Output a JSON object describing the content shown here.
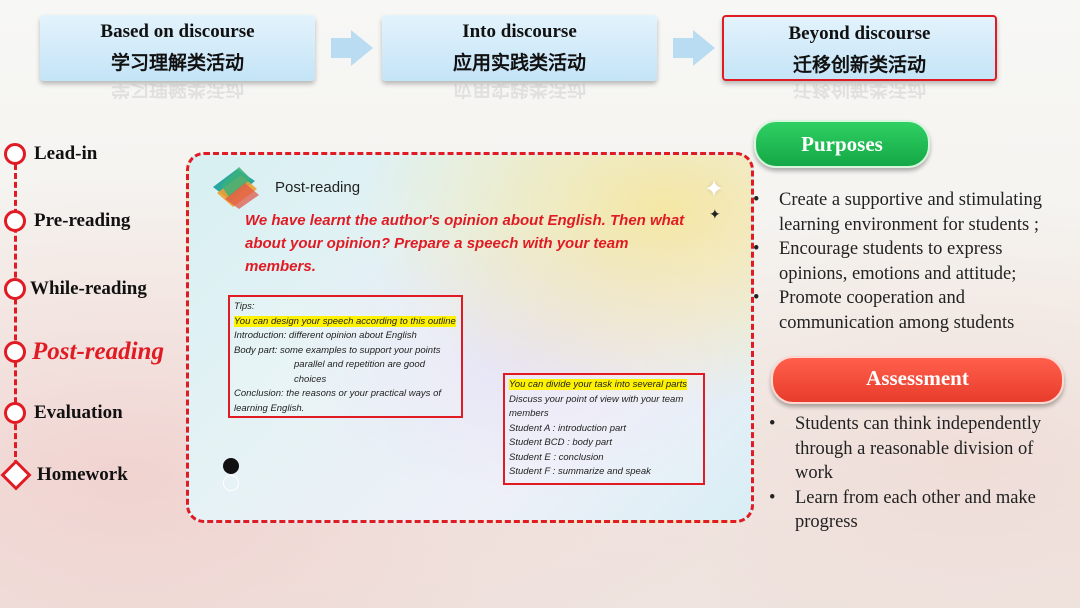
{
  "process": [
    {
      "en": "Based on discourse",
      "cn": "学习理解类活动"
    },
    {
      "en": "Into discourse",
      "cn": "应用实践类活动"
    },
    {
      "en": "Beyond discourse",
      "cn": "迁移创新类活动"
    }
  ],
  "timeline": [
    "Lead-in",
    "Pre-reading",
    "While-reading",
    "Post-reading",
    "Evaluation",
    "Homework"
  ],
  "preview": {
    "title": "Post-reading",
    "prompt": "We have learnt the author's opinion about English. Then what about your opinion? Prepare a speech with your team members.",
    "tips": {
      "heading": "Tips:",
      "highlight": "You can design your speech according to this outline",
      "intro": "Introduction: different opinion about English",
      "body": "Body part: some examples to support your points",
      "body2": "parallel and repetition are good choices",
      "conclusion": "Conclusion: the reasons or your practical ways of learning English."
    },
    "tasks": {
      "highlight": "You can divide your task into several parts",
      "discuss": "Discuss your point of view with your team members",
      "a": "Student A : introduction part",
      "bcd": "Student BCD : body part",
      "e": "Student E : conclusion",
      "f": "Student F : summarize and speak"
    }
  },
  "purposes": {
    "label": "Purposes",
    "items": [
      "Create a supportive and stimulating learning environment for students ;",
      "Encourage students to express opinions, emotions and attitude;",
      "Promote cooperation and communication among students"
    ]
  },
  "assessment": {
    "label": "Assessment",
    "items": [
      "Students can think independently through a reasonable division of work",
      "Learn from each other and make progress"
    ]
  },
  "colors": {
    "accent": "#e01b24",
    "stage": "#c4e4f7",
    "green": "#14a846",
    "red": "#e83c2c"
  }
}
